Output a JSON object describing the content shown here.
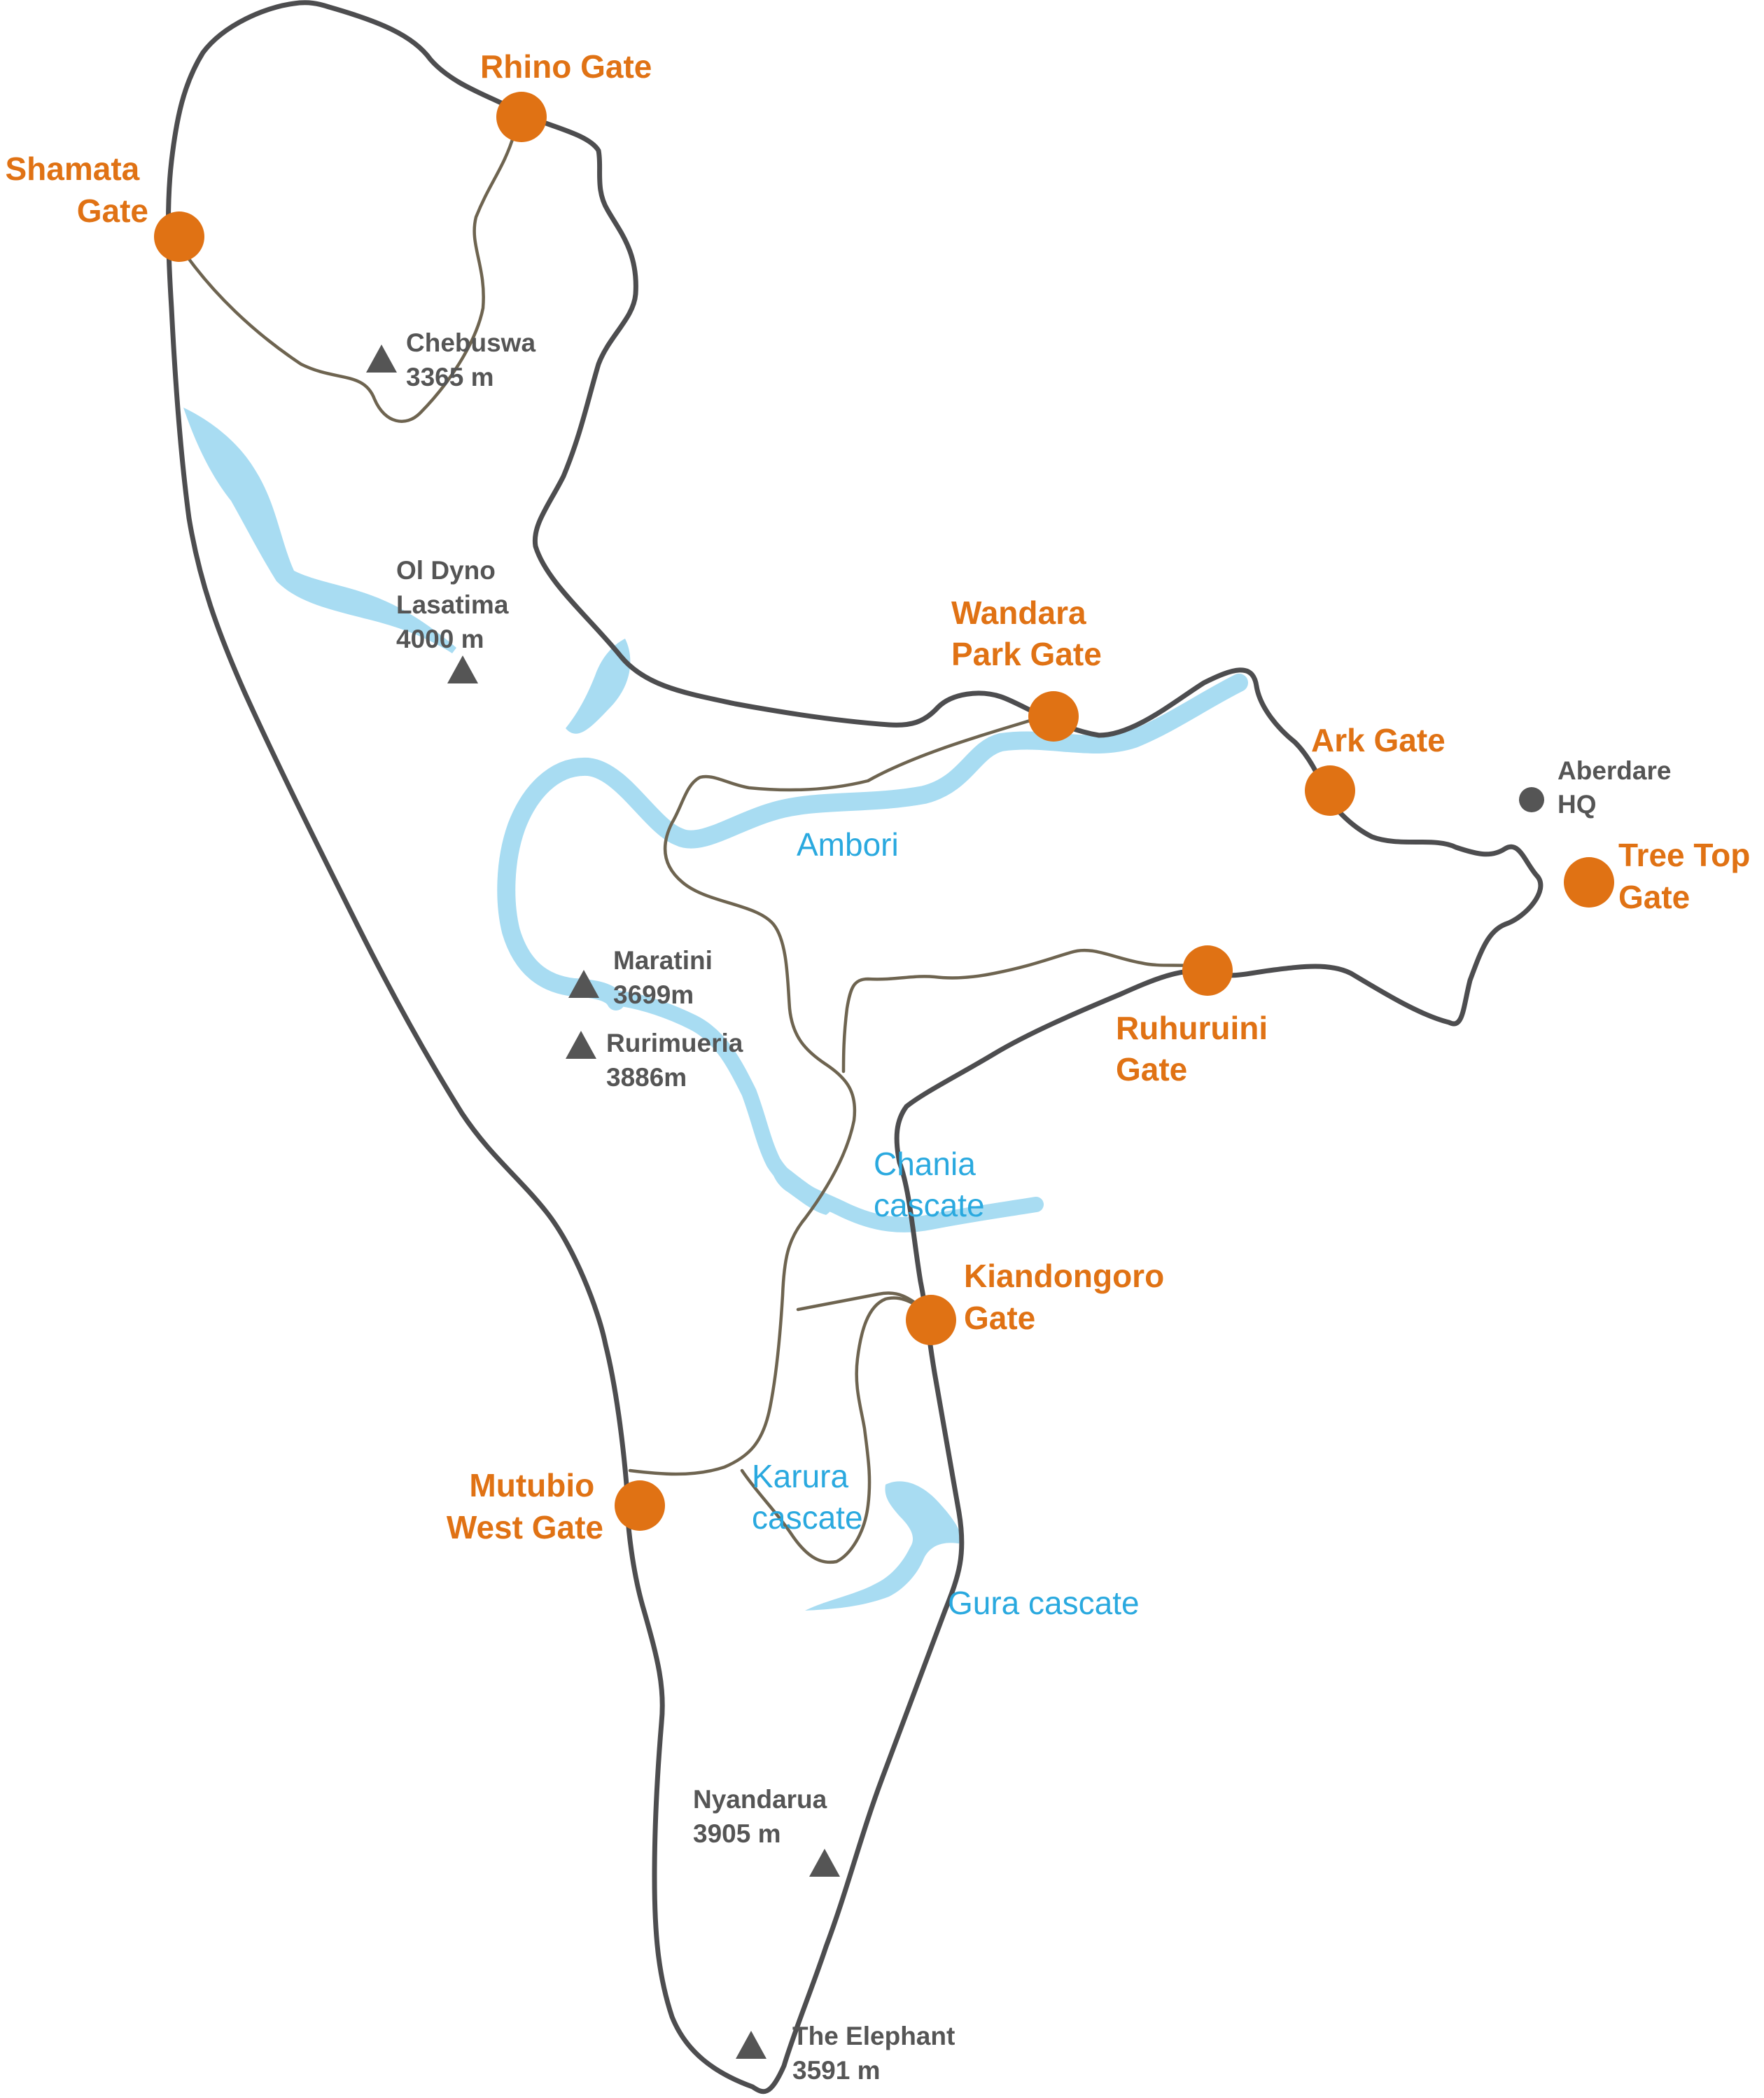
{
  "colors": {
    "gate": "#e07214",
    "peak": "#555555",
    "water": "#2aa9df",
    "river": "#a8dcf2",
    "border": "#4d4d4f",
    "trail": "#6e6450"
  },
  "gates": [
    {
      "id": "rhino",
      "lines": [
        "Rhino Gate"
      ]
    },
    {
      "id": "shamata",
      "lines": [
        "Shamata",
        "Gate"
      ]
    },
    {
      "id": "wandara",
      "lines": [
        "Wandara",
        "Park Gate"
      ]
    },
    {
      "id": "ark",
      "lines": [
        "Ark Gate"
      ]
    },
    {
      "id": "treetop",
      "lines": [
        "Tree Top",
        "Gate"
      ]
    },
    {
      "id": "ruhuruini",
      "lines": [
        "Ruhuruini",
        "Gate"
      ]
    },
    {
      "id": "kiandongoro",
      "lines": [
        "Kiandongoro",
        "Gate"
      ]
    },
    {
      "id": "mutubio",
      "lines": [
        "Mutubio",
        "West Gate"
      ]
    }
  ],
  "peaks": [
    {
      "id": "chebuswa",
      "name": "Chebuswa",
      "elevation": "3365 m"
    },
    {
      "id": "oldyno",
      "name": "Ol Dyno",
      "name2": "Lasatima",
      "elevation": "4000 m"
    },
    {
      "id": "maratini",
      "name": "Maratini",
      "elevation": "3699m"
    },
    {
      "id": "rurimueria",
      "name": "Rurimueria",
      "elevation": "3886m"
    },
    {
      "id": "nyandarua",
      "name": "Nyandarua",
      "elevation": "3905 m"
    },
    {
      "id": "elephant",
      "name": "The Elephant",
      "elevation": "3591 m"
    }
  ],
  "hq": {
    "lines": [
      "Aberdare",
      "HQ"
    ]
  },
  "water": [
    {
      "id": "ambori",
      "lines": [
        "Ambori"
      ]
    },
    {
      "id": "chania",
      "lines": [
        "Chania",
        "cascate"
      ]
    },
    {
      "id": "karura",
      "lines": [
        "Karura",
        "cascate"
      ]
    },
    {
      "id": "gura",
      "lines": [
        "Gura cascate"
      ]
    }
  ]
}
